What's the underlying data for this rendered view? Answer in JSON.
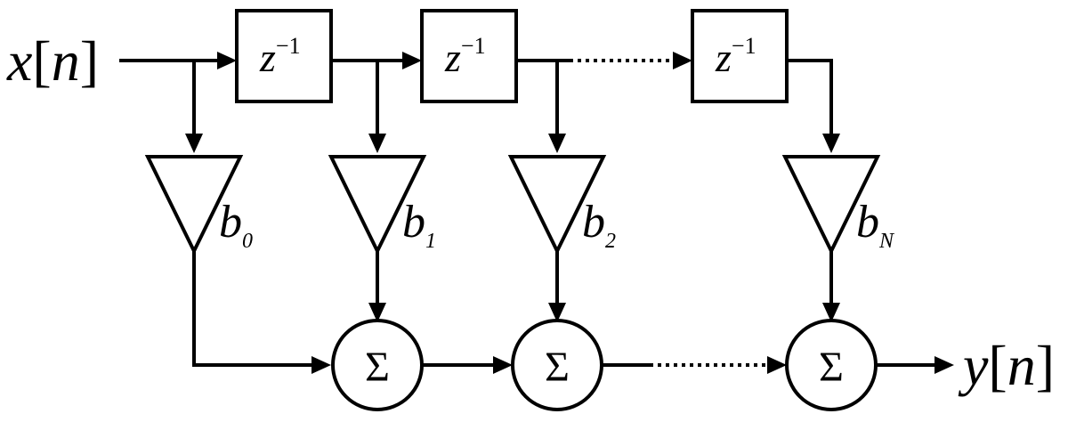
{
  "input": {
    "var": "x",
    "index": "n"
  },
  "output": {
    "var": "y",
    "index": "n"
  },
  "delay": {
    "base": "z",
    "exponent": "−1"
  },
  "coefficients": [
    {
      "base": "b",
      "sub": "0"
    },
    {
      "base": "b",
      "sub": "1"
    },
    {
      "base": "b",
      "sub": "2"
    },
    {
      "base": "b",
      "sub": "N"
    }
  ],
  "sum_symbol": "Σ"
}
